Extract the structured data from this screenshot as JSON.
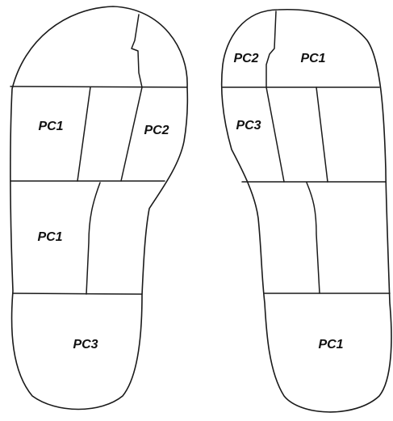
{
  "left_sole": {
    "regions": [
      {
        "label": "PC1"
      },
      {
        "label": "PC2"
      },
      {
        "label": "PC1"
      },
      {
        "label": "PC3"
      }
    ]
  },
  "right_sole": {
    "regions": [
      {
        "label": "PC2"
      },
      {
        "label": "PC1"
      },
      {
        "label": "PC3"
      },
      {
        "label": "PC1"
      }
    ]
  },
  "colors": {
    "stroke": "#1a1a1a",
    "background": "#ffffff"
  }
}
